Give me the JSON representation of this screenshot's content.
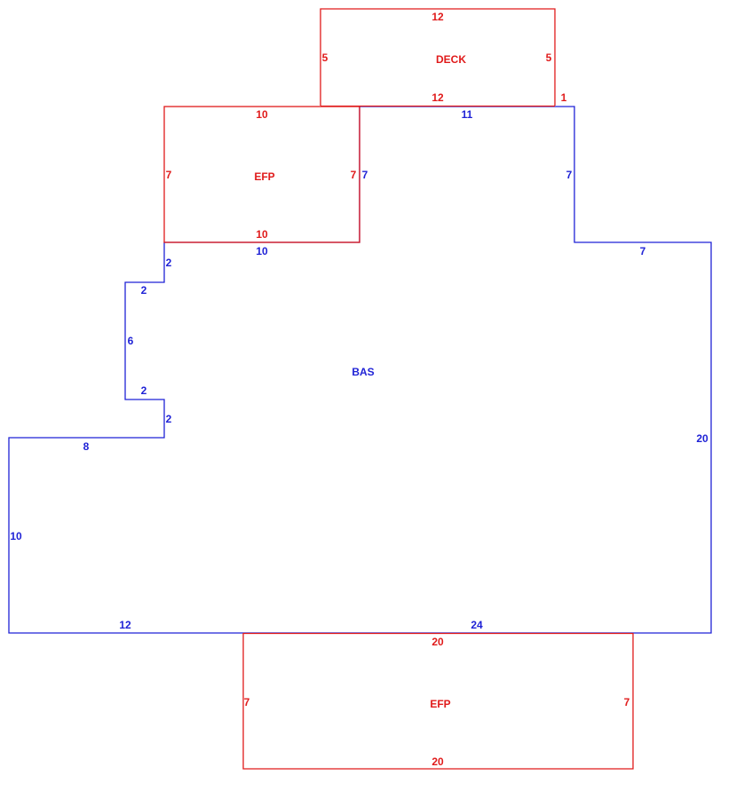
{
  "colors": {
    "bas": "#1f22d6",
    "addition": "#e01a1a"
  },
  "areas": {
    "bas": {
      "label": "BAS",
      "dims": {
        "top_right": "11",
        "right_drop": "7",
        "right_step": "7",
        "right_side": "20",
        "bottom_right": "24",
        "bottom_left": "12",
        "left_side": "10",
        "left_step": "8",
        "notch_lower": "2",
        "notch_lower_run": "2",
        "notch_depth": "6",
        "notch_upper_run": "2",
        "notch_upper": "2",
        "under_efp": "10",
        "efp_right": "7"
      }
    },
    "deck": {
      "label": "DECK",
      "dims": {
        "top": "12",
        "bottom": "12",
        "left": "5",
        "right": "5",
        "offset": "1"
      }
    },
    "efp_top": {
      "label": "EFP",
      "dims": {
        "top": "10",
        "bottom": "10",
        "left": "7",
        "right": "7"
      }
    },
    "efp_bottom": {
      "label": "EFP",
      "dims": {
        "top": "20",
        "bottom": "20",
        "left": "7",
        "right": "7"
      }
    }
  }
}
